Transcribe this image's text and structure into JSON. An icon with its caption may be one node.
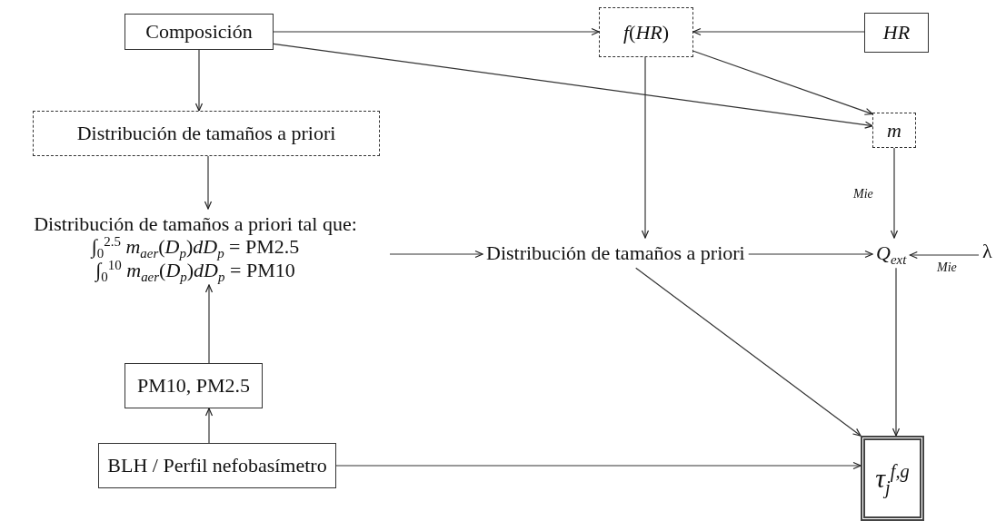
{
  "diagram": {
    "nodes": [
      {
        "text": [
          "Composición"
        ]
      },
      {
        "text": [
          "*f*(*HR*)"
        ]
      },
      {
        "text": [
          "HR"
        ]
      },
      {
        "text": [
          "Distribución de tamaños a priori"
        ]
      },
      {
        "text": [
          "m"
        ]
      },
      {
        "text": [
          "Distribución de tamaños a priori tal que:",
          "∫$_{0}$$^{2.5}$ *m*$_{aer}$(*D*$_{p}$)*dD*$_{p}$ = PM2.5",
          "∫$_{0}$$^{10}$ *m*$_{aer}$(*D*$_{p}$)*dD*$_{p}$ = PM10"
        ]
      },
      {
        "text": [
          "Distribución de tamaños a priori"
        ]
      },
      {
        "text": [
          "*Q*$_{ext}$"
        ]
      },
      {
        "text": [
          "λ"
        ]
      },
      {
        "text": [
          "PM10, PM2.5"
        ]
      },
      {
        "text": [
          "BLH / Perfil nefobasímetro"
        ]
      },
      {
        "text": [
          "τ$_{j}$$^{f,g}$"
        ]
      }
    ],
    "edges": [
      {
        "from": 0,
        "to": 1,
        "arrow": "to"
      },
      {
        "from": 2,
        "to": 1,
        "arrow": "to"
      },
      {
        "from": 0,
        "to": 3,
        "arrow": "to"
      },
      {
        "from": 0,
        "to": 4,
        "arrow": "to"
      },
      {
        "from": 1,
        "to": 4,
        "arrow": "to"
      },
      {
        "from": 1,
        "to": 6,
        "arrow": "to"
      },
      {
        "from": 3,
        "to": 5,
        "arrow": "to"
      },
      {
        "from": 4,
        "to": 7,
        "arrow": "to",
        "label": "Mie"
      },
      {
        "from": 5,
        "to": 6,
        "arrow": "to"
      },
      {
        "from": 6,
        "to": 7,
        "arrow": "to"
      },
      {
        "from": 8,
        "to": 7,
        "arrow": "to",
        "label": "Mie"
      },
      {
        "from": 6,
        "to": 11,
        "arrow": "to"
      },
      {
        "from": 7,
        "to": 11,
        "arrow": "to"
      },
      {
        "from": 9,
        "to": 5,
        "arrow": "to"
      },
      {
        "from": 10,
        "to": 9,
        "arrow": "to"
      },
      {
        "from": 10,
        "to": 11,
        "arrow": "to"
      }
    ]
  }
}
